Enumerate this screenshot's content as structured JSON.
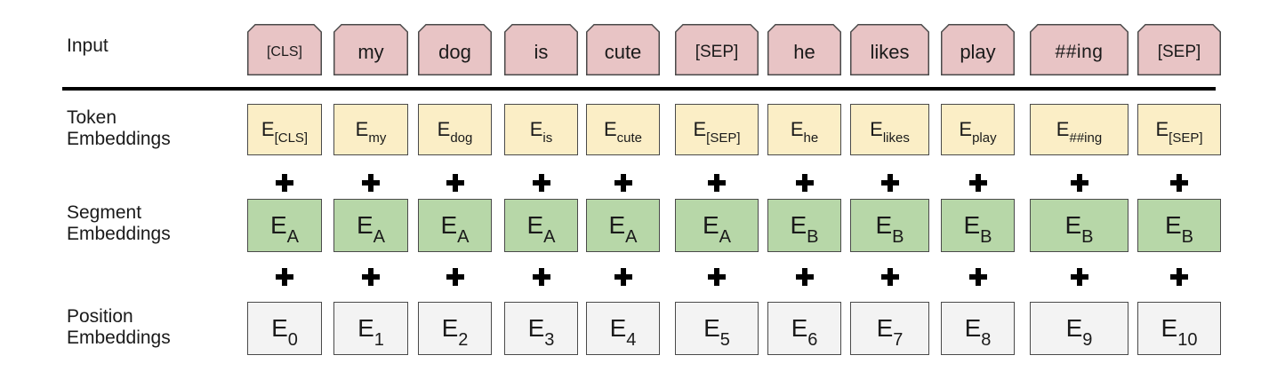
{
  "labels": {
    "input": "Input",
    "token": "Token\nEmbeddings",
    "segment": "Segment\nEmbeddings",
    "position": "Position\nEmbeddings"
  },
  "tokens": [
    "[CLS]",
    "my",
    "dog",
    "is",
    "cute",
    "[SEP]",
    "he",
    "likes",
    "play",
    "##ing",
    "[SEP]"
  ],
  "token_embeddings": [
    {
      "base": "E",
      "sub": "[CLS]"
    },
    {
      "base": "E",
      "sub": "my"
    },
    {
      "base": "E",
      "sub": "dog"
    },
    {
      "base": "E",
      "sub": "is"
    },
    {
      "base": "E",
      "sub": "cute"
    },
    {
      "base": "E",
      "sub": "[SEP]"
    },
    {
      "base": "E",
      "sub": "he"
    },
    {
      "base": "E",
      "sub": "likes"
    },
    {
      "base": "E",
      "sub": "play"
    },
    {
      "base": "E",
      "sub": "##ing"
    },
    {
      "base": "E",
      "sub": "[SEP]"
    }
  ],
  "segment_embeddings": [
    {
      "base": "E",
      "sub": "A"
    },
    {
      "base": "E",
      "sub": "A"
    },
    {
      "base": "E",
      "sub": "A"
    },
    {
      "base": "E",
      "sub": "A"
    },
    {
      "base": "E",
      "sub": "A"
    },
    {
      "base": "E",
      "sub": "A"
    },
    {
      "base": "E",
      "sub": "B"
    },
    {
      "base": "E",
      "sub": "B"
    },
    {
      "base": "E",
      "sub": "B"
    },
    {
      "base": "E",
      "sub": "B"
    },
    {
      "base": "E",
      "sub": "B"
    }
  ],
  "position_embeddings": [
    {
      "base": "E",
      "sub": "0"
    },
    {
      "base": "E",
      "sub": "1"
    },
    {
      "base": "E",
      "sub": "2"
    },
    {
      "base": "E",
      "sub": "3"
    },
    {
      "base": "E",
      "sub": "4"
    },
    {
      "base": "E",
      "sub": "5"
    },
    {
      "base": "E",
      "sub": "6"
    },
    {
      "base": "E",
      "sub": "7"
    },
    {
      "base": "E",
      "sub": "8"
    },
    {
      "base": "E",
      "sub": "9"
    },
    {
      "base": "E",
      "sub": "10"
    }
  ],
  "colors": {
    "input": "#e8c4c5",
    "token": "#fbeec6",
    "segment": "#b7d7a8",
    "position": "#f3f3f3",
    "border": "#4a4a4a"
  }
}
